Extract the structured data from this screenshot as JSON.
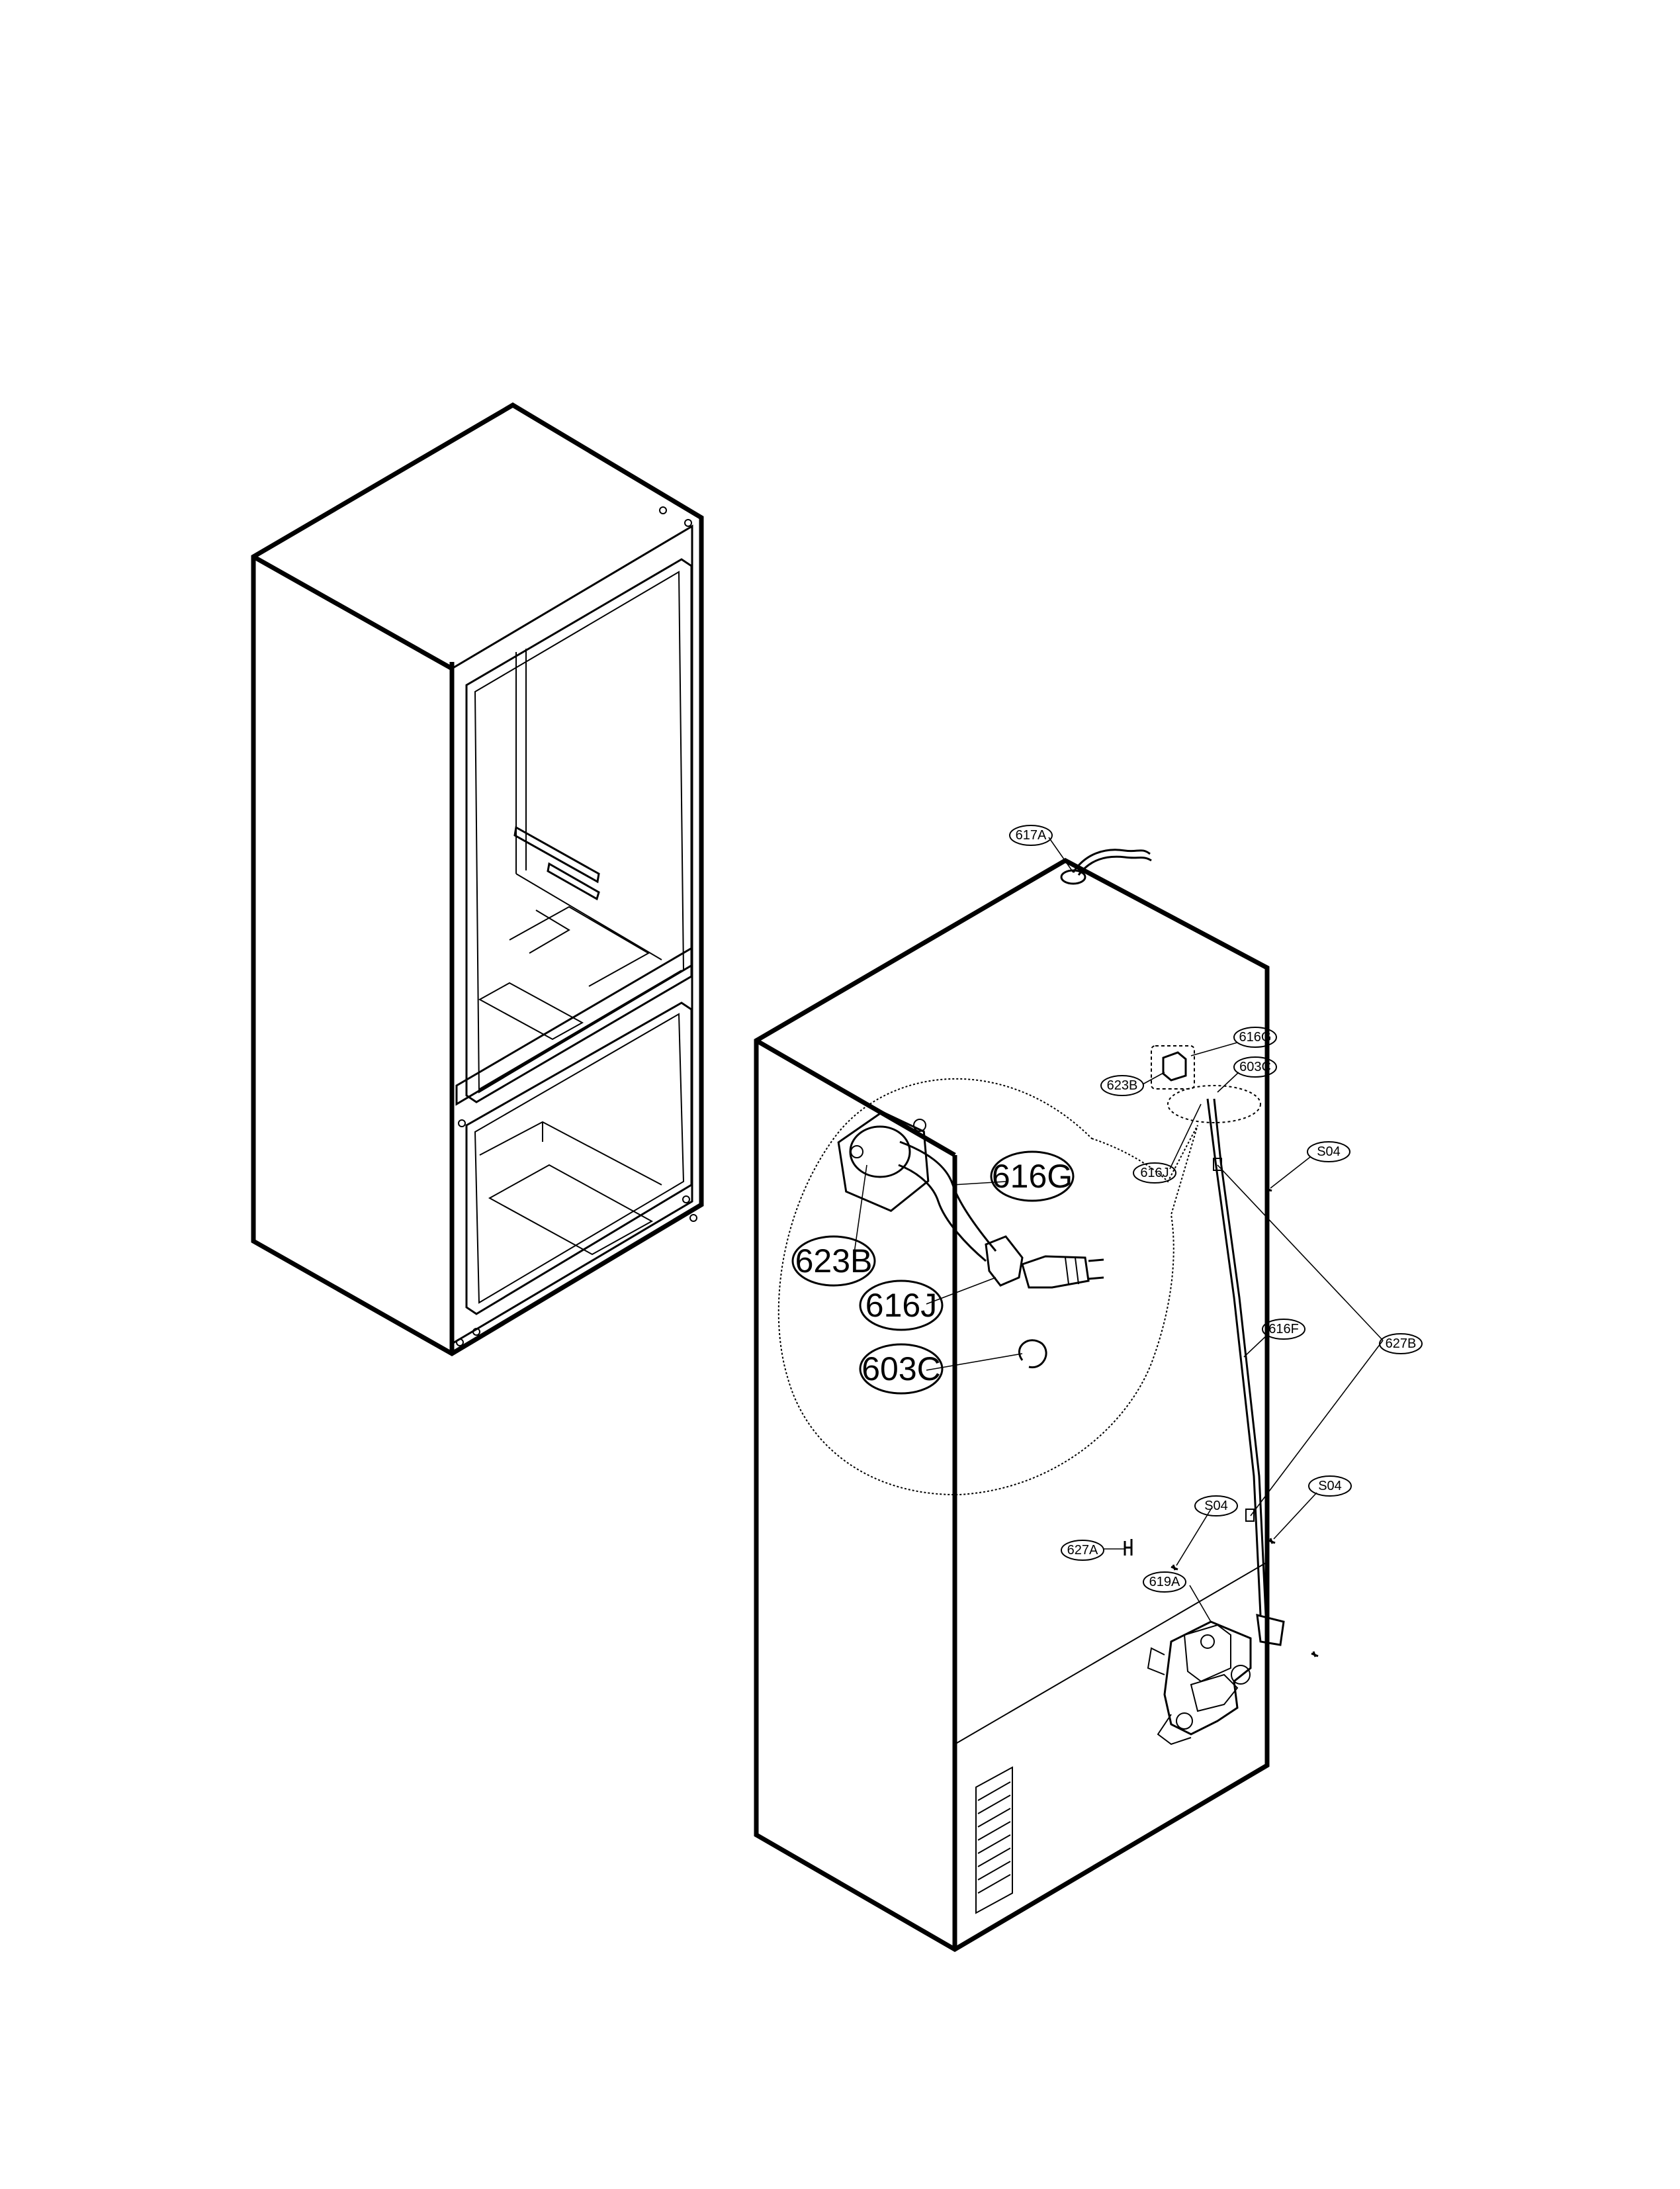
{
  "callouts_small": {
    "c617A": "617A",
    "c616G": "616G",
    "c603C": "603C",
    "c623B": "623B",
    "cS04a": "S04",
    "c616J": "616J",
    "c616F": "616F",
    "c627B": "627B",
    "cS04b": "S04",
    "cS04c": "S04",
    "c627A": "627A",
    "c619A": "619A"
  },
  "callouts_large": {
    "c616G": "616G",
    "c623B": "623B",
    "c616J": "616J",
    "c603C": "603C"
  }
}
